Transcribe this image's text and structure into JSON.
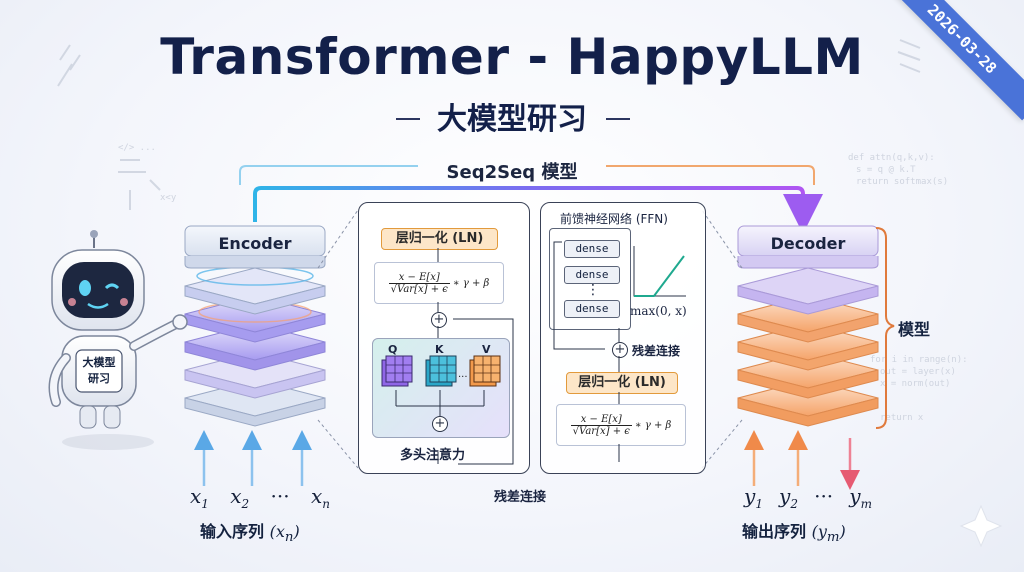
{
  "header": {
    "title": "Transformer - HappyLLM",
    "subtitle": "大模型研习",
    "date_ribbon": "2026-03-28"
  },
  "flow": {
    "label": "Seq2Seq 模型"
  },
  "encoder": {
    "label": "Encoder"
  },
  "decoder": {
    "label": "Decoder"
  },
  "attention_panel": {
    "ln_label": "层归一化 (LN)",
    "formula_num": "x − E[x]",
    "formula_den": "√Var[x] + ϵ",
    "formula_tail": "∗ γ + β",
    "q": "Q",
    "k": "K",
    "v": "V",
    "dots": "···",
    "mha_label": "多头注意力"
  },
  "ffn_panel": {
    "title": "前馈神经网络 (FFN)",
    "dense": [
      "dense",
      "dense",
      "dense"
    ],
    "vdots": "⋮",
    "relu": "max(0, x)",
    "residual_label": "残差连接",
    "ln_label": "层归一化 (LN)",
    "formula_num": "x − E[x]",
    "formula_den": "√Var[x] + ϵ",
    "formula_tail": "∗ γ + β"
  },
  "bottom": {
    "residual_label": "残差连接"
  },
  "model_bracket_label": "模型",
  "robot": {
    "badge_line1": "大模型",
    "badge_line2": "研习"
  },
  "inputs": {
    "tokens": [
      {
        "base": "x",
        "sub": "1"
      },
      {
        "base": "x",
        "sub": "2"
      },
      {
        "base": "···",
        "sub": ""
      },
      {
        "base": "x",
        "sub": "n"
      }
    ],
    "label": "输入序列",
    "label_var": "(x",
    "label_var_sub": "n",
    "label_var_close": ")"
  },
  "outputs": {
    "tokens": [
      {
        "base": "y",
        "sub": "1"
      },
      {
        "base": "y",
        "sub": "2"
      },
      {
        "base": "···",
        "sub": ""
      },
      {
        "base": "y",
        "sub": "m"
      }
    ],
    "label": "输出序列",
    "label_var": "(y",
    "label_var_sub": "m",
    "label_var_close": ")"
  },
  "colors": {
    "encoder_top": "#e6ecf6",
    "encoder_mid": "#a79bf0",
    "decoder_top": "#e3e2f7",
    "decoder_mid": "#f6a86a",
    "accent_blue": "#4a73d8",
    "accent_purple": "#9d5cf0"
  }
}
